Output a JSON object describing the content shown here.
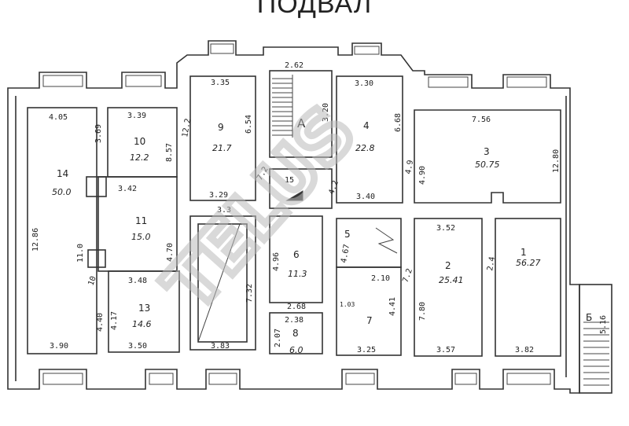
{
  "title": "ПОДВАЛ",
  "watermark": "TELUS",
  "rooms": [
    {
      "id": "14",
      "area": "50.0"
    },
    {
      "id": "10",
      "area": "12.2"
    },
    {
      "id": "11",
      "area": "15.0"
    },
    {
      "id": "13",
      "area": "14.6"
    },
    {
      "id": "9",
      "area": "21.7"
    },
    {
      "id": "А",
      "area": ""
    },
    {
      "id": "15",
      "area": ""
    },
    {
      "id": "4",
      "area": "22.8"
    },
    {
      "id": "3",
      "area": "50.75"
    },
    {
      "id": "6",
      "area": "11.3"
    },
    {
      "id": "5",
      "area": ""
    },
    {
      "id": "8",
      "area": "6.0"
    },
    {
      "id": "7",
      "area": ""
    },
    {
      "id": "2",
      "area": "25.41"
    },
    {
      "id": "1",
      "area": "56.27"
    },
    {
      "id": "Б",
      "area": ""
    }
  ],
  "dims": [
    "4.05",
    "3.69",
    "3.39",
    "8.57",
    "12.86",
    "3.42",
    "4.70",
    "11.0",
    "10",
    "3.48",
    "4.40",
    "4.17",
    "3.90",
    "3.50",
    "3.35",
    "6.54",
    "12.2",
    "3.29",
    "3.3",
    "2.62",
    "3.20",
    "7.2",
    "4.2",
    "3.30",
    "6.68",
    "3.40",
    "4.9",
    "4.90",
    "7.56",
    "12.80",
    "4.96",
    "2.68",
    "2.38",
    "2.07",
    "7.32",
    "3.83",
    "4.67",
    "1.03",
    "2.10",
    "4.41",
    "3.25",
    "7.2",
    "3.52",
    "7.80",
    "3.57",
    "2.4",
    "3.82",
    "5.16"
  ]
}
